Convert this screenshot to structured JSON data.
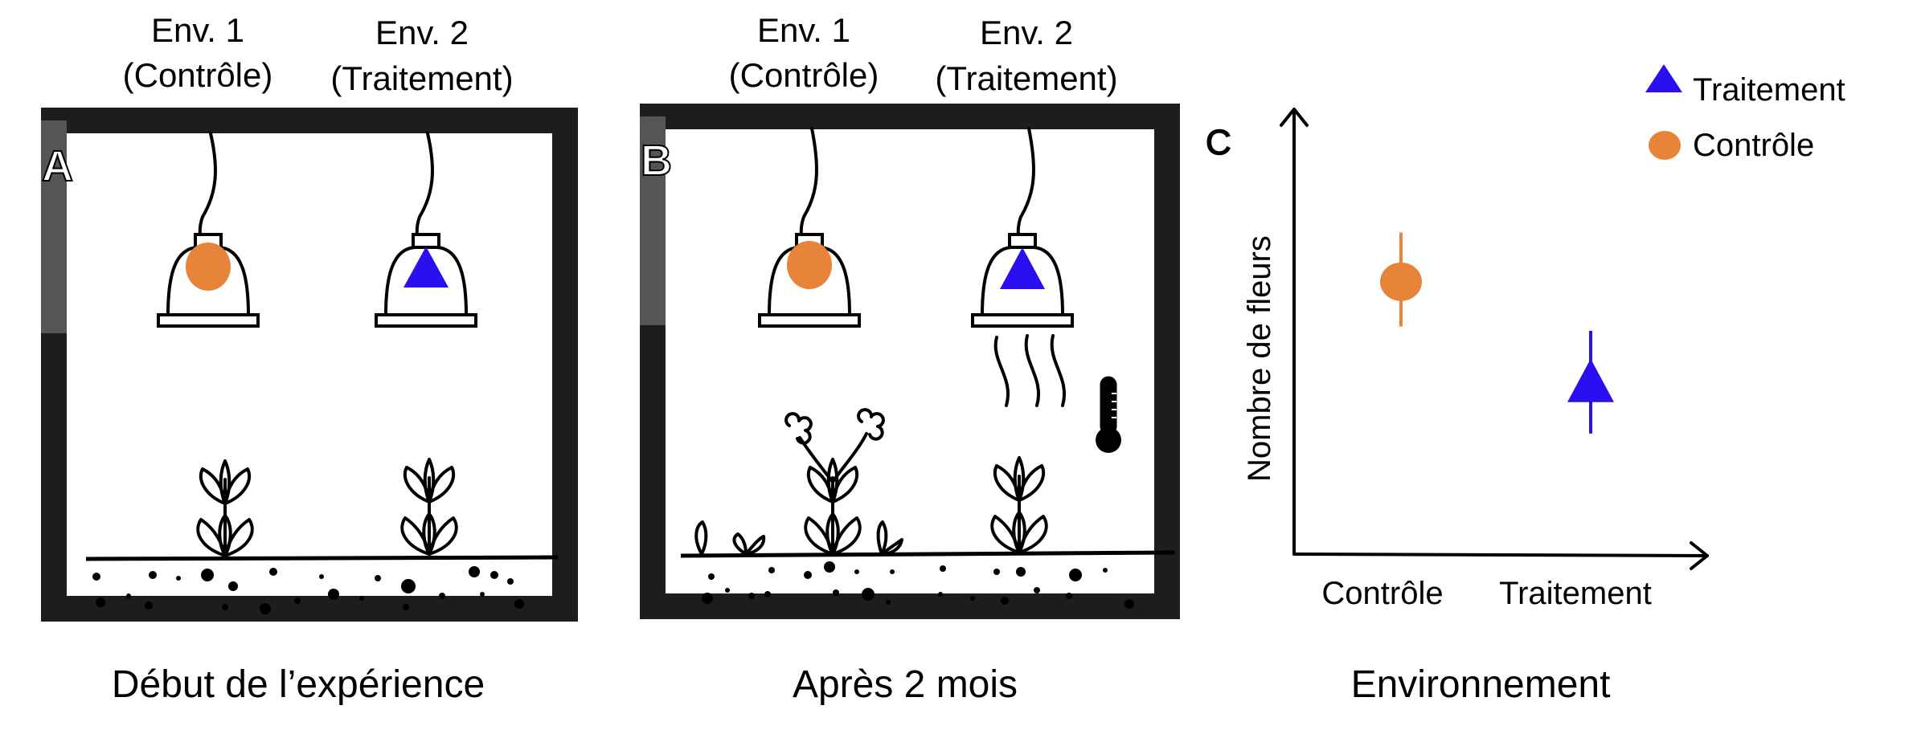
{
  "panel_a": {
    "letter": "A",
    "env1_title": "Env. 1",
    "env1_sub": "(Contrôle)",
    "env2_title": "Env. 2",
    "env2_sub": "(Traitement)",
    "caption": "Début de l’expérience"
  },
  "panel_b": {
    "letter": "B",
    "env1_title": "Env. 1",
    "env1_sub": "(Contrôle)",
    "env2_title": "Env. 2",
    "env2_sub": "(Traitement)",
    "caption": "Après 2 mois"
  },
  "colors": {
    "control": "#e8833a",
    "treatment": "#2a0ff0"
  },
  "chart_data": {
    "type": "scatter",
    "panel_letter": "C",
    "title": "",
    "xlabel": "Environnement",
    "ylabel": "Nombre de fleurs",
    "categories": [
      "Contrôle",
      "Traitement"
    ],
    "ylim": [
      0,
      100
    ],
    "grid": false,
    "legend_position": "top-right",
    "legend": [
      {
        "label": "Traitement",
        "marker": "triangle"
      },
      {
        "label": "Contrôle",
        "marker": "circle"
      }
    ],
    "series": [
      {
        "name": "Contrôle",
        "marker": "circle",
        "category": "Contrôle",
        "value": 61,
        "err_low": 51,
        "err_high": 72
      },
      {
        "name": "Traitement",
        "marker": "triangle",
        "category": "Traitement",
        "value": 38,
        "err_low": 27,
        "err_high": 50
      }
    ]
  }
}
